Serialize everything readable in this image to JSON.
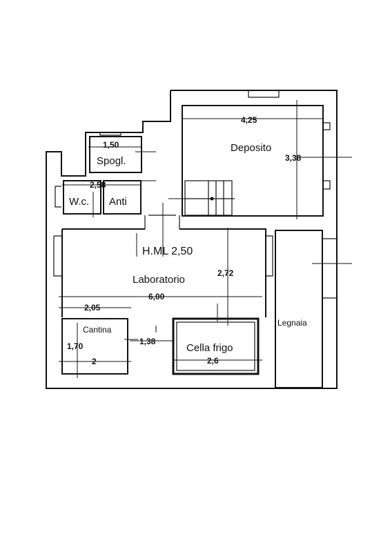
{
  "rooms": {
    "deposito": "Deposito",
    "spogliatoio": "Spogl.",
    "wc": "W.c.",
    "anti": "Anti",
    "laboratorio": "Laboratorio",
    "height_note": "H.ML 2,50",
    "legnaia": "Legnaia",
    "cantina": "Cantina",
    "cella_frigo": "Cella frigo"
  },
  "dimensions": {
    "deposito_width": "4,25",
    "deposito_depth": "3,38",
    "spogl_width": "1,50",
    "wc_anti_width": "2,58",
    "laboratorio_depth": "2,72",
    "laboratorio_width": "6,00",
    "cantina_top": "2,05",
    "cantina_depth": "1,70",
    "cantina_bottom": "2",
    "passage_width": "1,38",
    "cella_width": "2,6"
  }
}
